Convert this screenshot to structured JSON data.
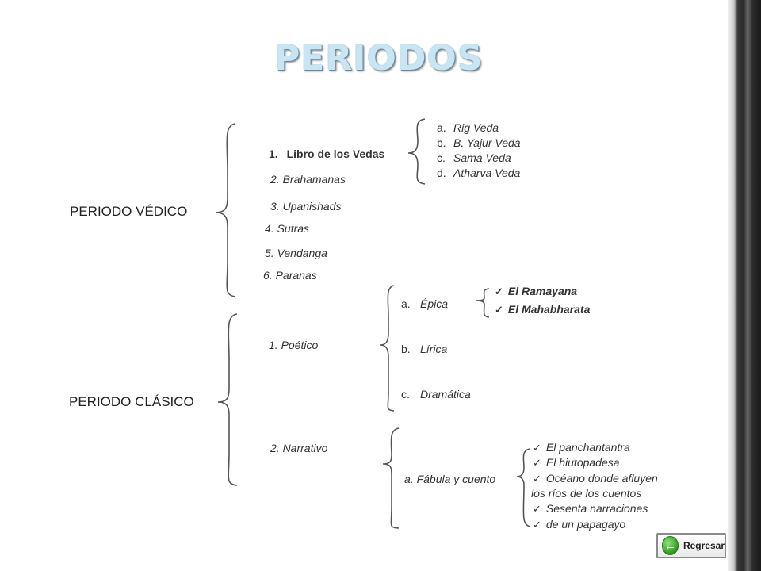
{
  "title": "PERIODOS",
  "vedic": {
    "label": "PERIODO VÉDICO",
    "items": [
      {
        "num": "1.",
        "text": "Libro de los Vedas"
      },
      {
        "text": "2. Brahamanas"
      },
      {
        "text": "3. Upanishads"
      },
      {
        "text": "4. Sutras"
      },
      {
        "text": "5. Vendanga"
      },
      {
        "text": "6. Paranas"
      }
    ],
    "vedas": [
      {
        "letter": "a.",
        "text": "Rig Veda"
      },
      {
        "letter": "b.",
        "text": "B. Yajur Veda"
      },
      {
        "letter": "c.",
        "text": "Sama Veda"
      },
      {
        "letter": "d.",
        "text": "Atharva Veda"
      }
    ]
  },
  "classic": {
    "label": "PERIODO CLÁSICO",
    "poetico": "1. Poético",
    "narrativo": "2. Narrativo",
    "genres": [
      {
        "letter": "a.",
        "text": "Épica"
      },
      {
        "letter": "b.",
        "text": "Lírica"
      },
      {
        "letter": "c.",
        "text": "Dramática"
      }
    ],
    "epics": [
      "El Ramayana",
      "El Mahabharata"
    ],
    "fabula": "a. Fábula y cuento",
    "stories": {
      "line1": "El panchantantra",
      "line2": "El hiutopadesa",
      "line3": "Océano donde afluyen",
      "line4": "los ríos de los cuentos",
      "line5": "Sesenta narraciones",
      "line6": "de un papagayo"
    }
  },
  "button": {
    "label": "Regresar",
    "icon": "back-arrow-icon",
    "color": "#3aa52a"
  },
  "check_icon": "✓"
}
